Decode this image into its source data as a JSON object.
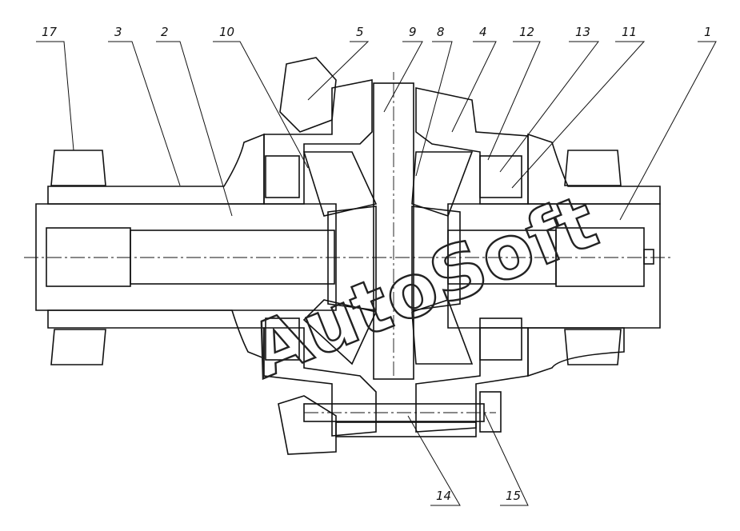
{
  "labels": [
    {
      "text": "17"
    },
    {
      "text": "3"
    },
    {
      "text": "2"
    },
    {
      "text": "10"
    },
    {
      "text": "5"
    },
    {
      "text": "9"
    },
    {
      "text": "8"
    },
    {
      "text": "4"
    },
    {
      "text": "12"
    },
    {
      "text": "13"
    },
    {
      "text": "11"
    },
    {
      "text": "1"
    },
    {
      "text": "14"
    },
    {
      "text": "15"
    }
  ],
  "watermark": "AutoSoft"
}
